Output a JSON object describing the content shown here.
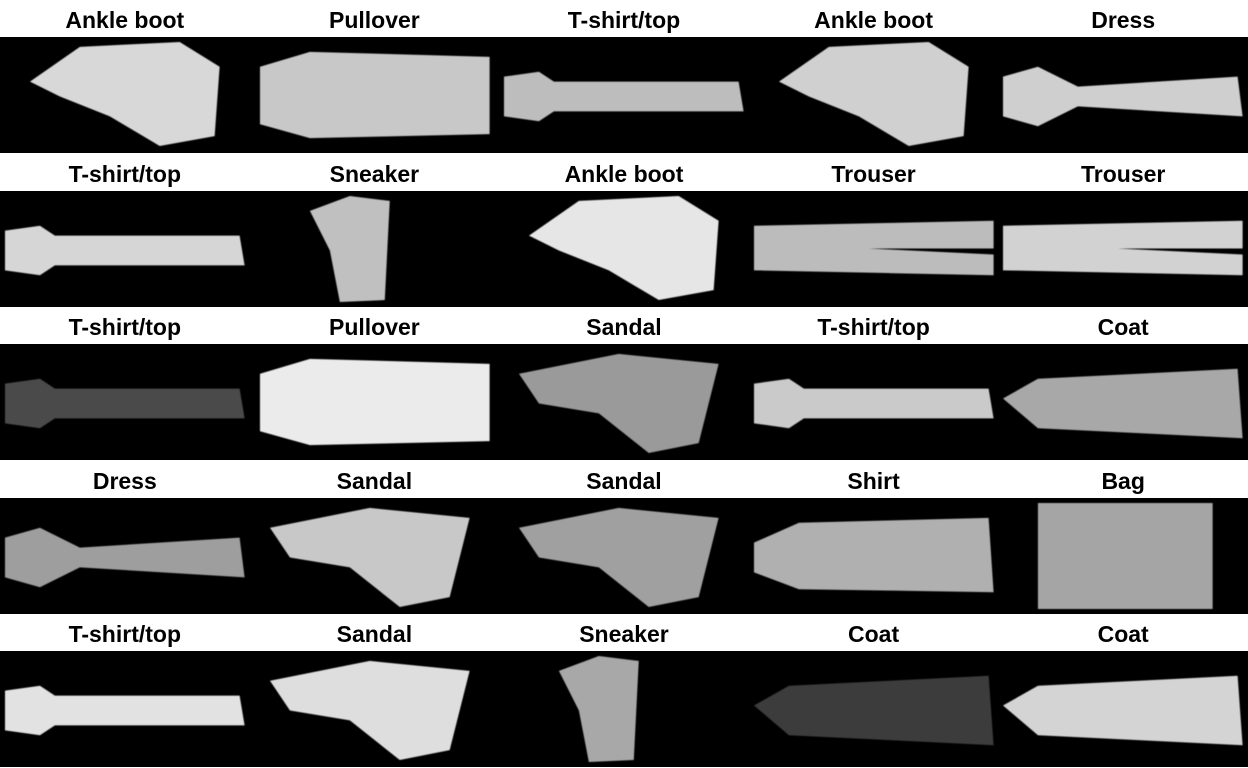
{
  "title": "Fashion-MNIST sample grid",
  "items": [
    {
      "label": "Ankle boot",
      "shade": "#d8d8d8"
    },
    {
      "label": "Pullover",
      "shade": "#c8c8c8"
    },
    {
      "label": "T-shirt/top",
      "shade": "#bdbdbd"
    },
    {
      "label": "Ankle boot",
      "shade": "#d0d0d0"
    },
    {
      "label": "Dress",
      "shade": "#cfcfcf"
    },
    {
      "label": "T-shirt/top",
      "shade": "#d6d6d6"
    },
    {
      "label": "Sneaker",
      "shade": "#c0c0c0"
    },
    {
      "label": "Ankle boot",
      "shade": "#e6e6e6"
    },
    {
      "label": "Trouser",
      "shade": "#bcbcbc"
    },
    {
      "label": "Trouser",
      "shade": "#d2d2d2"
    },
    {
      "label": "T-shirt/top",
      "shade": "#4a4a4a"
    },
    {
      "label": "Pullover",
      "shade": "#ebebeb"
    },
    {
      "label": "Sandal",
      "shade": "#9a9a9a"
    },
    {
      "label": "T-shirt/top",
      "shade": "#cacaca"
    },
    {
      "label": "Coat",
      "shade": "#a8a8a8"
    },
    {
      "label": "Dress",
      "shade": "#9e9e9e"
    },
    {
      "label": "Sandal",
      "shade": "#c8c8c8"
    },
    {
      "label": "Sandal",
      "shade": "#a0a0a0"
    },
    {
      "label": "Shirt",
      "shade": "#b0b0b0"
    },
    {
      "label": "Bag",
      "shade": "#a5a5a5"
    },
    {
      "label": "T-shirt/top",
      "shade": "#e2e2e2"
    },
    {
      "label": "Sandal",
      "shade": "#dedede"
    },
    {
      "label": "Sneaker",
      "shade": "#a8a8a8"
    },
    {
      "label": "Coat",
      "shade": "#3c3c3c"
    },
    {
      "label": "Coat",
      "shade": "#d4d4d4"
    }
  ]
}
